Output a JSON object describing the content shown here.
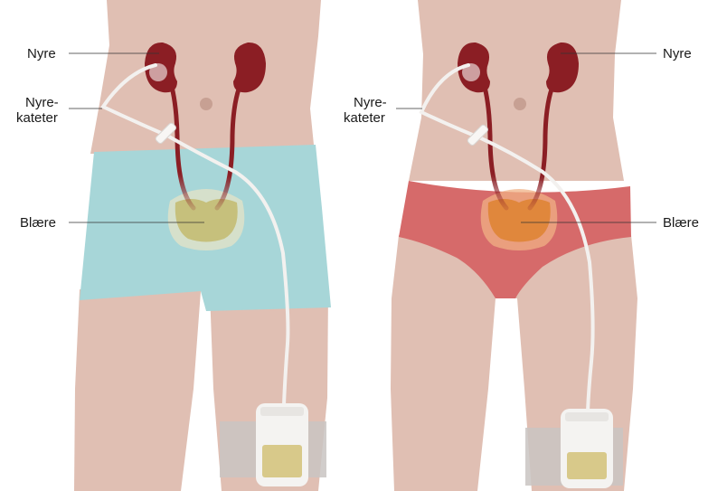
{
  "labels": {
    "kidney": "Nyre",
    "catheter_line1": "Nyre-",
    "catheter_line2": "kateter",
    "bladder": "Blære"
  },
  "colors": {
    "skin": "#e0bfb3",
    "kidney": "#8b1e24",
    "shorts_male": "#a7d6d8",
    "briefs_female": "#d66a6a",
    "bladder_male": "#c6c07c",
    "bladder_female": "#e0873c",
    "urine": "#d8c98a",
    "tube": "#f3f1ef"
  }
}
